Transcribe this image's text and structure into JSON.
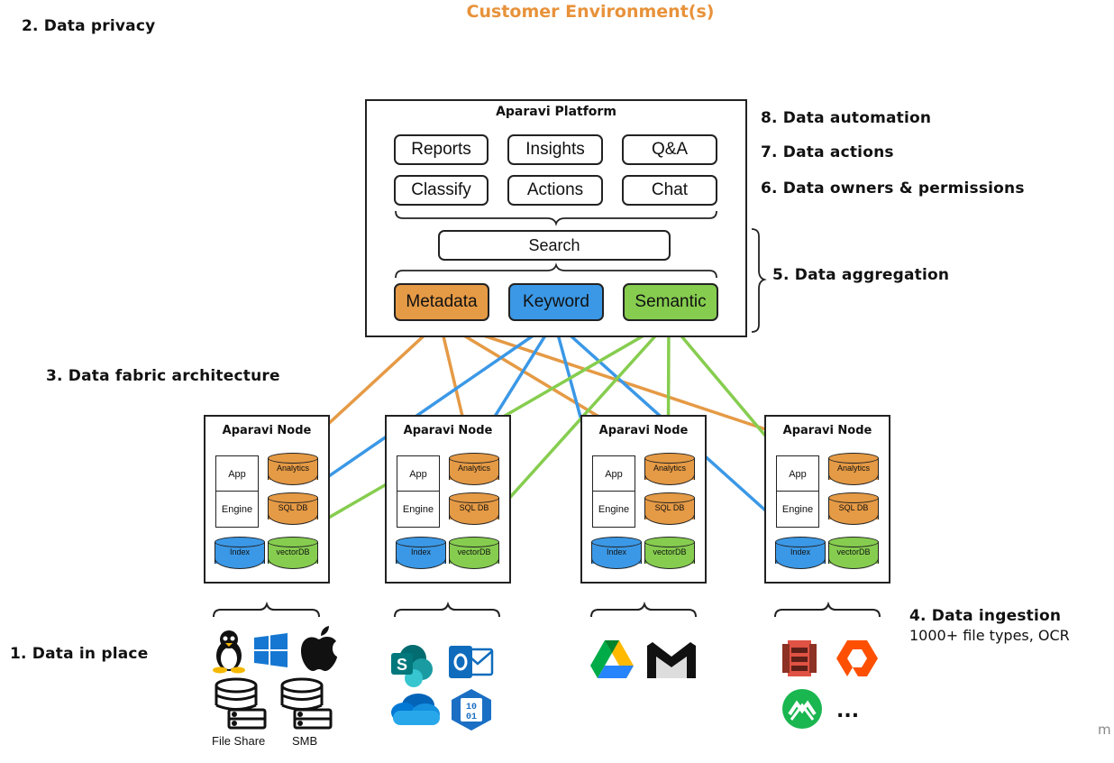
{
  "header": {
    "title": "Customer Environment(s)"
  },
  "labels": {
    "privacy": "2. Data privacy",
    "automation": "8. Data automation",
    "actions": "7. Data actions",
    "owners": "6. Data owners & permissions",
    "aggregation": "5. Data aggregation",
    "fabric": "3. Data fabric architecture",
    "ingestion": "4. Data ingestion",
    "ingestion_sub": "1000+ file types, OCR",
    "in_place": "1. Data in place"
  },
  "platform": {
    "title": "Aparavi Platform",
    "row1": [
      "Reports",
      "Insights",
      "Q&A"
    ],
    "row2": [
      "Classify",
      "Actions",
      "Chat"
    ],
    "search": "Search",
    "indexes": [
      "Metadata",
      "Keyword",
      "Semantic"
    ]
  },
  "node": {
    "title": "Aparavi Node",
    "app": "App",
    "engine": "Engine",
    "analytics": "Analytics",
    "sqldb": "SQL DB",
    "index": "Index",
    "vectordb": "vectorDB"
  },
  "sources": {
    "file_share": "File Share",
    "smb": "SMB",
    "more": "..."
  },
  "watermark": "m",
  "colors": {
    "orange": "#e59a45",
    "blue": "#3b98e6",
    "green": "#86cd4f",
    "title_orange": "#e8923a"
  },
  "icons": [
    "linux-icon",
    "windows-icon",
    "apple-icon",
    "database-server-icon",
    "sharepoint-icon",
    "outlook-icon",
    "onedrive-icon",
    "azure-blob-icon",
    "google-drive-icon",
    "gmail-icon",
    "aws-s3-icon",
    "pure-storage-icon",
    "wasabi-icon"
  ]
}
